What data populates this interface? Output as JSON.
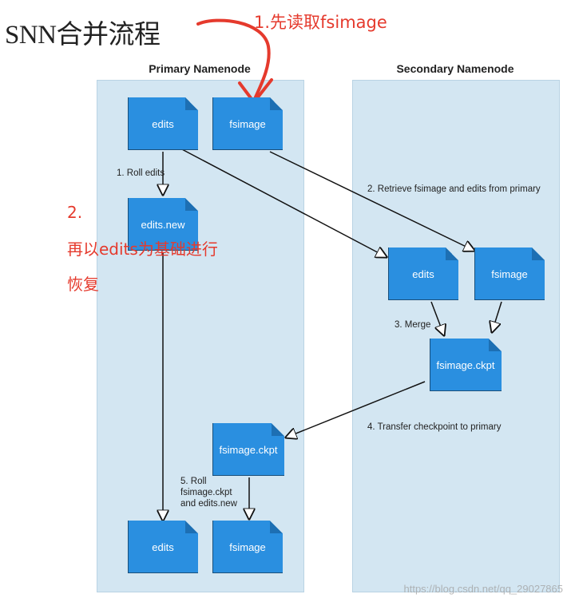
{
  "title": "SNN合并流程",
  "lanes": {
    "primary": "Primary Namenode",
    "secondary": "Secondary Namenode"
  },
  "docs": {
    "p_edits": "edits",
    "p_fsimage": "fsimage",
    "p_edits_new": "edits.new",
    "s_edits": "edits",
    "s_fsimage": "fsimage",
    "s_ckpt": "fsimage.ckpt",
    "p_ckpt": "fsimage.ckpt",
    "p_edits_final": "edits",
    "p_fsimage_final": "fsimage"
  },
  "steps": {
    "roll_edits": "1. Roll edits",
    "retrieve": "2. Retrieve fsimage and edits from primary",
    "merge": "3. Merge",
    "transfer": "4. Transfer checkpoint to primary",
    "roll_ckpt_1": "5. Roll",
    "roll_ckpt_2": "fsimage.ckpt",
    "roll_ckpt_3": "and edits.new"
  },
  "annotations": {
    "note1": "1.先读取fsimage",
    "note2_line1": "2.",
    "note2_line2": "再以edits为基础进行",
    "note2_line3": "恢复"
  },
  "watermark": "https://blog.csdn.net/qq_29027865",
  "colors": {
    "doc_fill": "#2a8fe0",
    "lane_fill": "#d3e6f2",
    "annotation": "#e53a2d"
  }
}
